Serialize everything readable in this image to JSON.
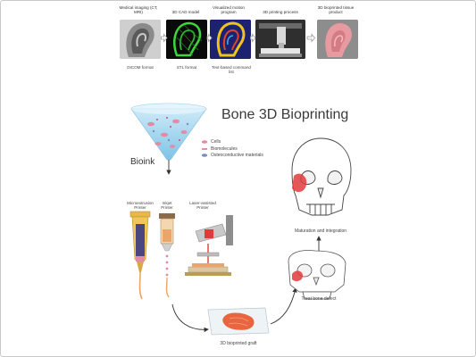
{
  "pipeline": {
    "steps": [
      {
        "top": "Medical imaging (CT, MRI)",
        "bottom": "DICOM format"
      },
      {
        "top": "3D CAD model",
        "bottom": "STL format"
      },
      {
        "top": "Visualized motion program",
        "bottom": "Text-based command list"
      },
      {
        "top": "3D printing process",
        "bottom": ""
      },
      {
        "top": "3D bioprinted tissue product",
        "bottom": ""
      }
    ]
  },
  "diagram": {
    "title": "Bone 3D Bioprinting",
    "bioink_label": "Bioink",
    "legend": [
      {
        "label": "Cells",
        "color": "#e58aa4"
      },
      {
        "label": "Biomolecules",
        "color": "#c94b74"
      },
      {
        "label": "Osteoconductive materials",
        "color": "#7a8fb8"
      }
    ],
    "printers": [
      {
        "label": "Microextrusion Printer"
      },
      {
        "label": "Inkjet Printer"
      },
      {
        "label": "Laser-assisted Printer"
      }
    ],
    "graft_label": "3D bioprinted graft",
    "defect_label": "Treat bone defect",
    "maturation_label": "Maturation and integration"
  },
  "colors": {
    "funnel": "#9fd3ee",
    "bioink_pink": "#e58aa4",
    "graft": "#e9653f",
    "skull_red": "#e23a3a",
    "arrow": "#333333"
  }
}
